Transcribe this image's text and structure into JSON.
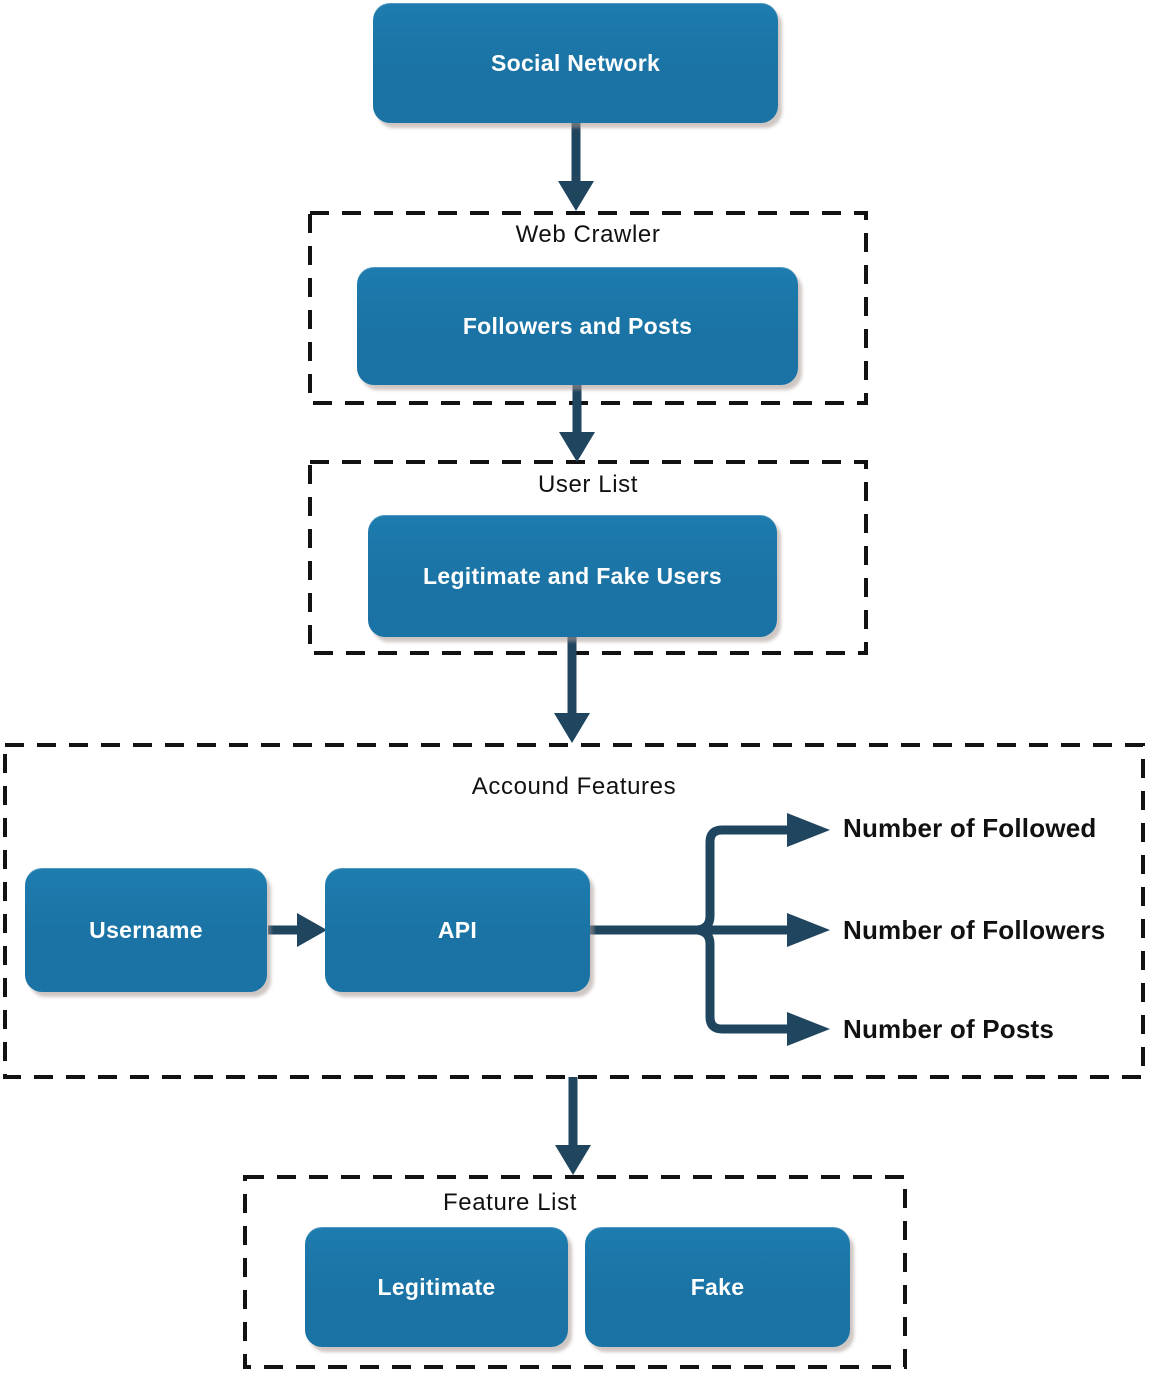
{
  "colors": {
    "node_fill": "#1a73a4",
    "node_fill_light": "#1e7cae",
    "node_text": "#ffffff",
    "connector": "#1f455f",
    "dashed_border": "#121212",
    "section_title": "#111111"
  },
  "nodes": {
    "social_network": "Social Network",
    "followers_and_posts": "Followers and Posts",
    "legitimate_and_fake_users": "Legitimate and Fake Users",
    "username": "Username",
    "api": "API",
    "legitimate": "Legitimate",
    "fake": "Fake"
  },
  "sections": {
    "web_crawler": "Web Crawler",
    "user_list": "User List",
    "account_features": "Accound Features",
    "feature_list": "Feature List"
  },
  "outputs": [
    "Number of Followed",
    "Number of Followers",
    "Number of Posts"
  ]
}
